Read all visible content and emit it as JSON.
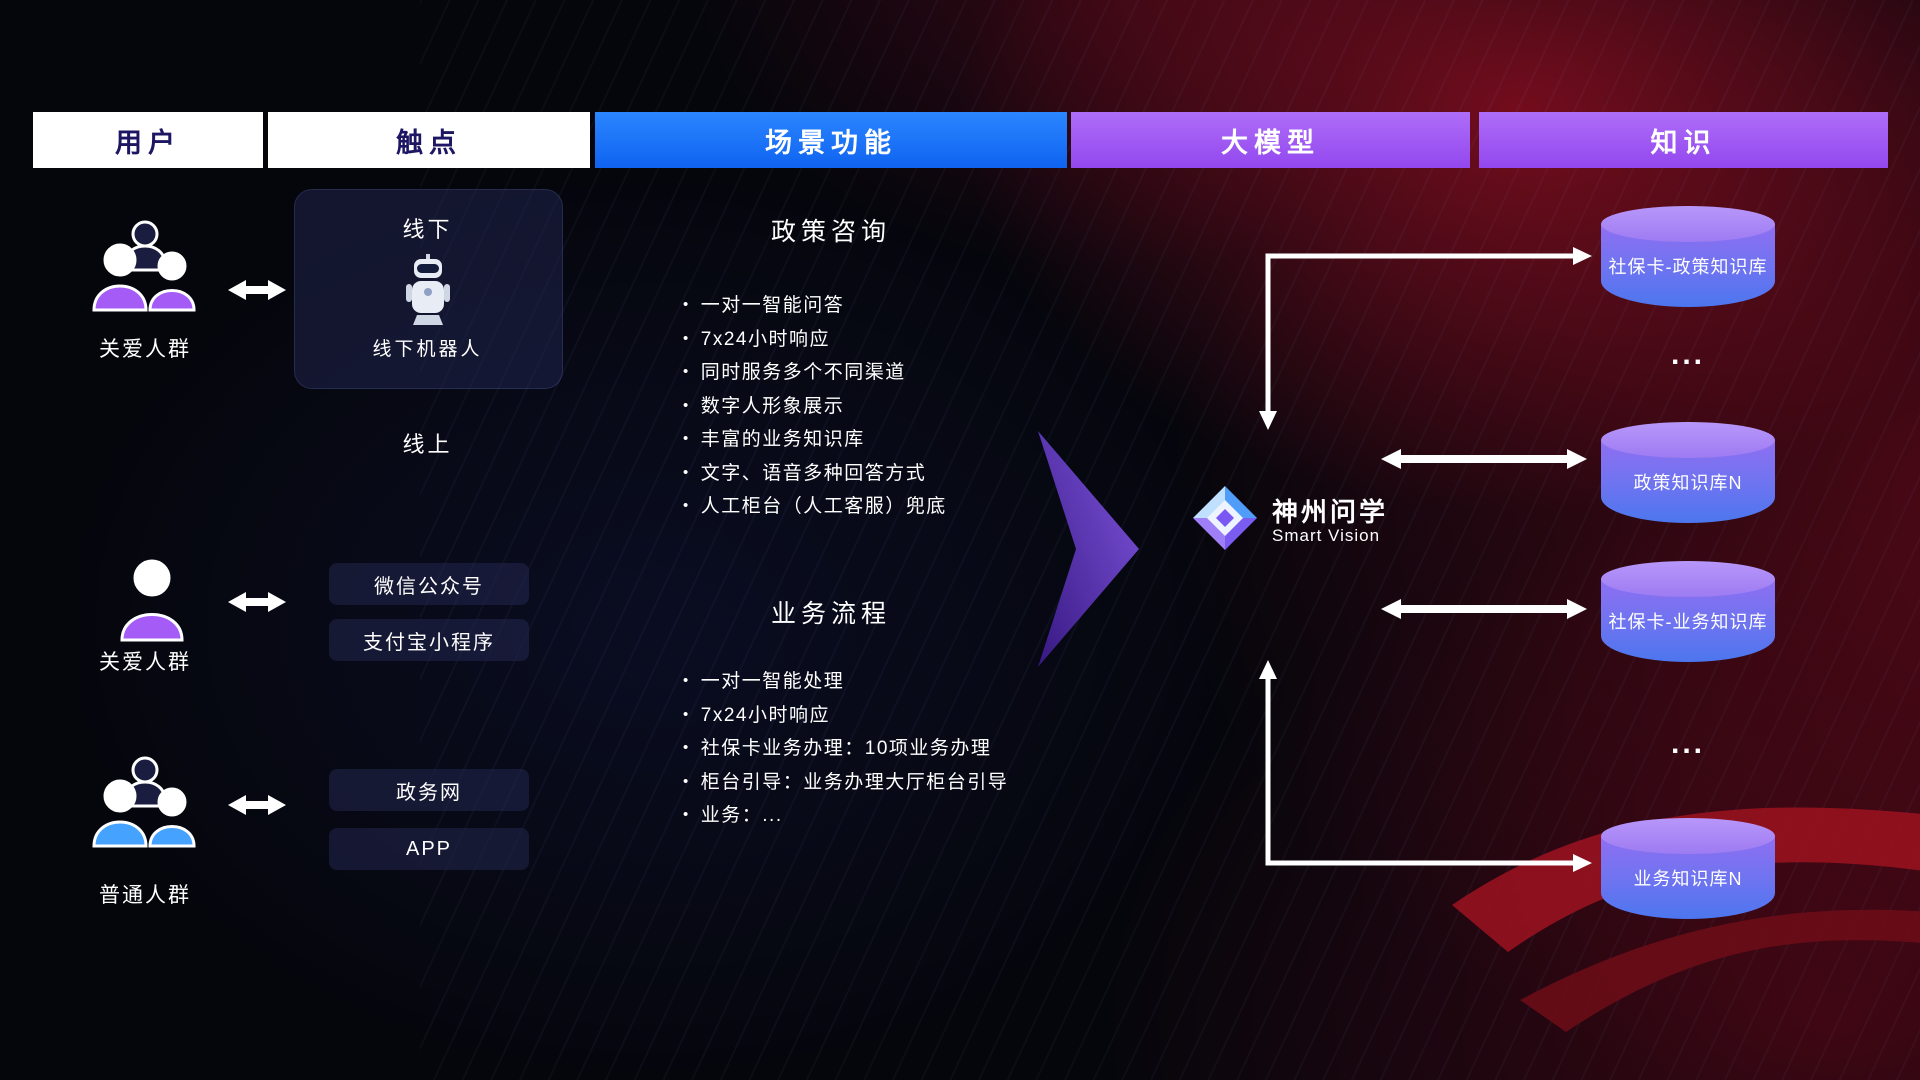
{
  "header": {
    "columns": [
      {
        "label": "用户"
      },
      {
        "label": "触点"
      },
      {
        "label": "场景功能"
      },
      {
        "label": "大模型"
      },
      {
        "label": "知识"
      }
    ]
  },
  "users": {
    "groups": [
      {
        "label": "关爱人群",
        "icon": "people-group-purple-icon"
      },
      {
        "label": "关爱人群",
        "icon": "person-purple-icon"
      },
      {
        "label": "普通人群",
        "icon": "people-group-blue-icon"
      }
    ]
  },
  "touchpoints": {
    "offline_title": "线下",
    "offline_robot_label": "线下机器人",
    "online_title": "线上",
    "online_items": [
      "微信公众号",
      "支付宝小程序",
      "政务网",
      "APP"
    ]
  },
  "scenarios": {
    "policy": {
      "title": "政策咨询",
      "bullets": [
        "一对一智能问答",
        "7x24小时响应",
        "同时服务多个不同渠道",
        "数字人形象展示",
        "丰富的业务知识库",
        "文字、语音多种回答方式",
        "人工柜台（人工客服）兜底"
      ]
    },
    "business": {
      "title": "业务流程",
      "bullets": [
        "一对一智能处理",
        "7x24小时响应",
        "社保卡业务办理：10项业务办理",
        "柜台引导：业务办理大厅柜台引导",
        "业务：..."
      ]
    }
  },
  "model": {
    "name": "神州问学",
    "subtitle": "Smart Vision"
  },
  "knowledge": {
    "items": [
      {
        "type": "db",
        "label": "社保卡-政策知识库"
      },
      {
        "type": "ellipsis",
        "label": "..."
      },
      {
        "type": "db",
        "label": "政策知识库N"
      },
      {
        "type": "db",
        "label": "社保卡-业务知识库"
      },
      {
        "type": "ellipsis",
        "label": "..."
      },
      {
        "type": "db",
        "label": "业务知识库N"
      }
    ]
  },
  "colors": {
    "header_blue": "#1677f0",
    "header_purple": "#a45ef5",
    "header_light_text": "#1d1663",
    "cylinder_purple": "#9d7bf2",
    "cylinder_blue": "#4c76ee",
    "arrow_purple": "#7c3aed",
    "background_red": "#8a0f1e",
    "user_purple": "#a55cf6",
    "user_blue": "#45a2ff"
  }
}
